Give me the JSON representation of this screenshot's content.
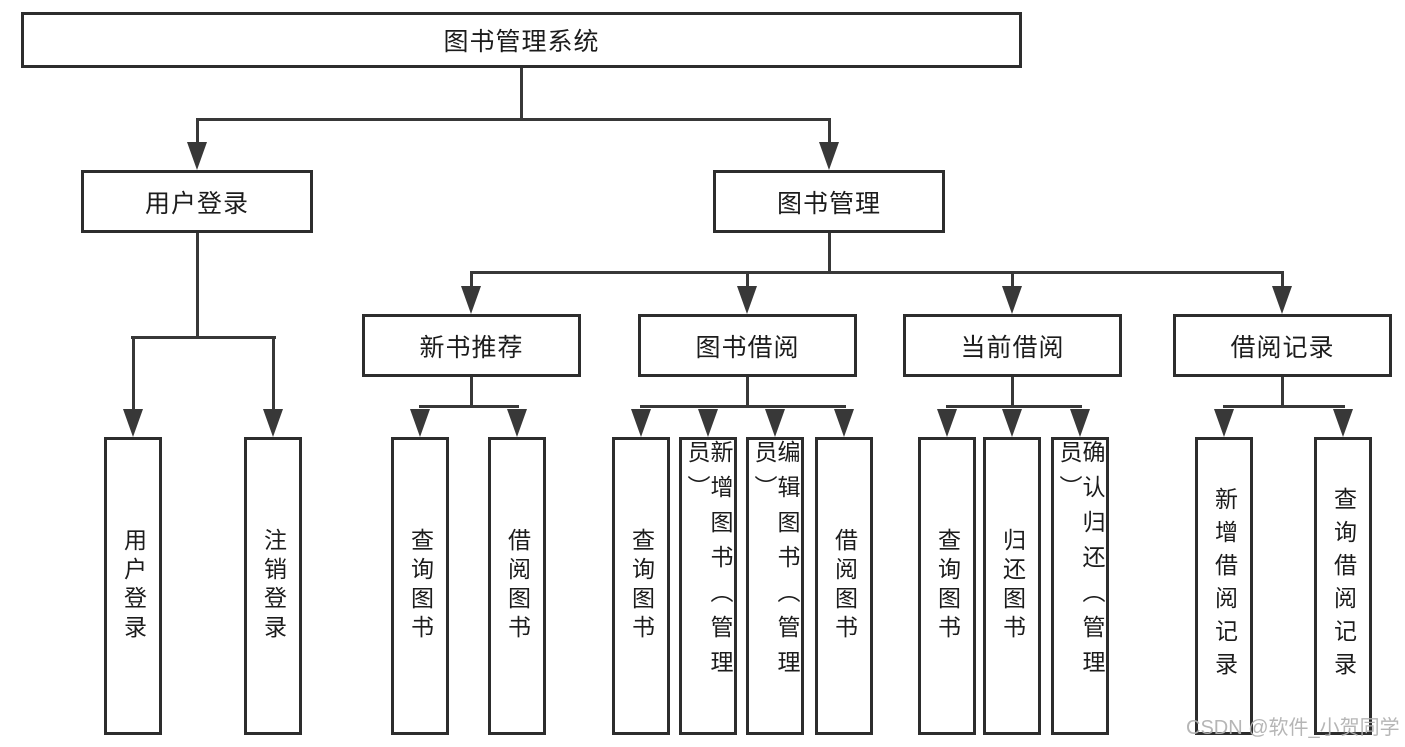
{
  "colors": {
    "background": "#ffffff",
    "box_border": "#2d2d2d",
    "connector_line": "#383838",
    "text": "#1c1c1c",
    "watermark": "#b2b2b2"
  },
  "watermark": {
    "text": "CSDN @软件_小贺同学"
  },
  "tree": {
    "root": {
      "label": "图书管理系统"
    },
    "level2": [
      {
        "label": "用户登录",
        "parent": "图书管理系统"
      },
      {
        "label": "图书管理",
        "parent": "图书管理系统"
      }
    ],
    "level3": [
      {
        "label": "新书推荐",
        "parent": "图书管理"
      },
      {
        "label": "图书借阅",
        "parent": "图书管理"
      },
      {
        "label": "当前借阅",
        "parent": "图书管理"
      },
      {
        "label": "借阅记录",
        "parent": "图书管理"
      }
    ],
    "level4": [
      {
        "label": "用户登录",
        "parent": "用户登录"
      },
      {
        "label": "注销登录",
        "parent": "用户登录"
      },
      {
        "label": "查询图书",
        "parent": "新书推荐"
      },
      {
        "label": "借阅图书",
        "parent": "新书推荐"
      },
      {
        "label": "查询图书",
        "parent": "图书借阅"
      },
      {
        "label": "新增图书（管理员）",
        "parent": "图书借阅"
      },
      {
        "label": "编辑图书（管理员）",
        "parent": "图书借阅"
      },
      {
        "label": "借阅图书",
        "parent": "图书借阅"
      },
      {
        "label": "查询图书",
        "parent": "当前借阅"
      },
      {
        "label": "归还图书",
        "parent": "当前借阅"
      },
      {
        "label": "确认归还（管理员）",
        "parent": "当前借阅"
      },
      {
        "label": "新增借阅记录",
        "parent": "借阅记录"
      },
      {
        "label": "查询借阅记录",
        "parent": "借阅记录"
      }
    ]
  }
}
